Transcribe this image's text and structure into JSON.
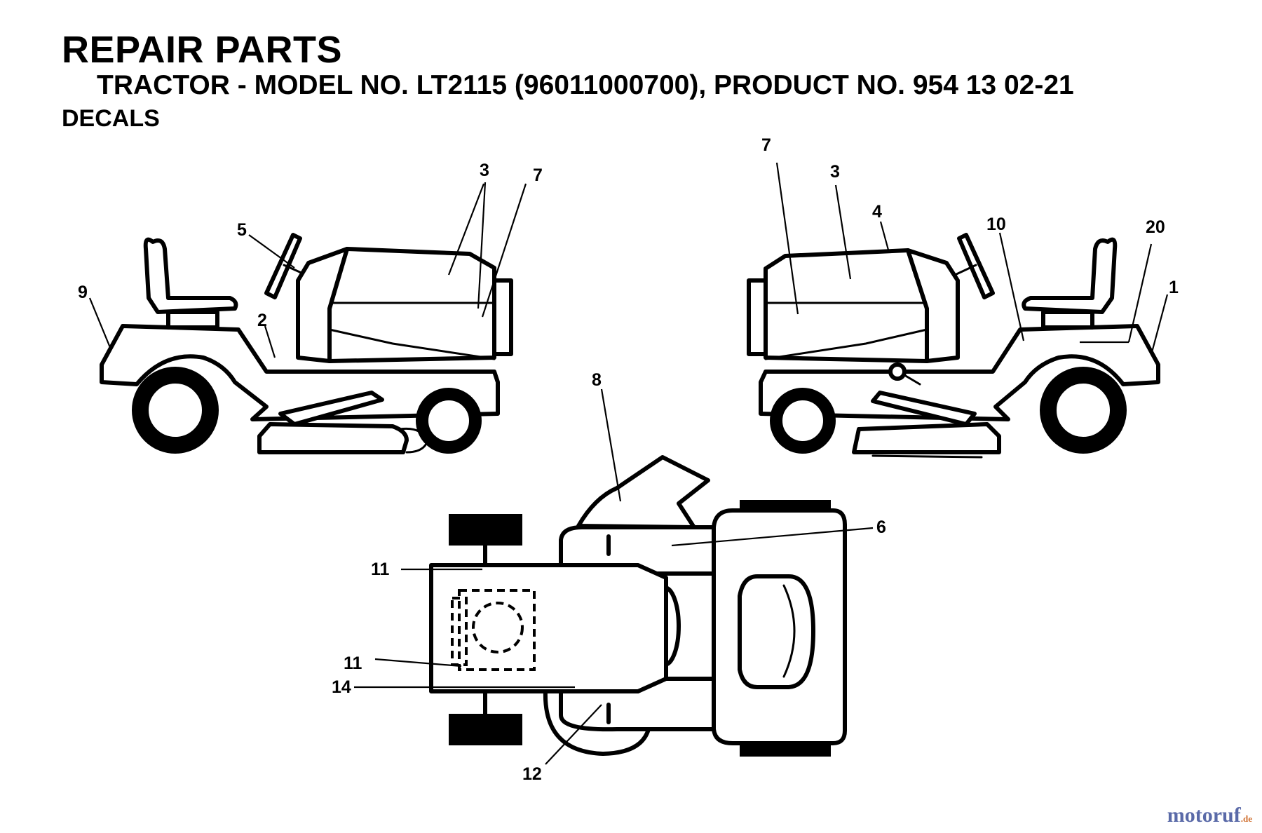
{
  "header": {
    "title": "REPAIR PARTS",
    "subtitle": "TRACTOR - MODEL NO. LT2115 (96011000700), PRODUCT NO. 954 13 02-21",
    "section": "DECALS"
  },
  "callouts": {
    "left_view": [
      "3",
      "7",
      "5",
      "9",
      "2"
    ],
    "right_view": [
      "7",
      "3",
      "4",
      "10",
      "20",
      "1"
    ],
    "top_view": [
      "8",
      "6",
      "11",
      "11",
      "14",
      "12"
    ]
  },
  "watermark": {
    "name": "motoruf",
    "tld": ".de"
  }
}
